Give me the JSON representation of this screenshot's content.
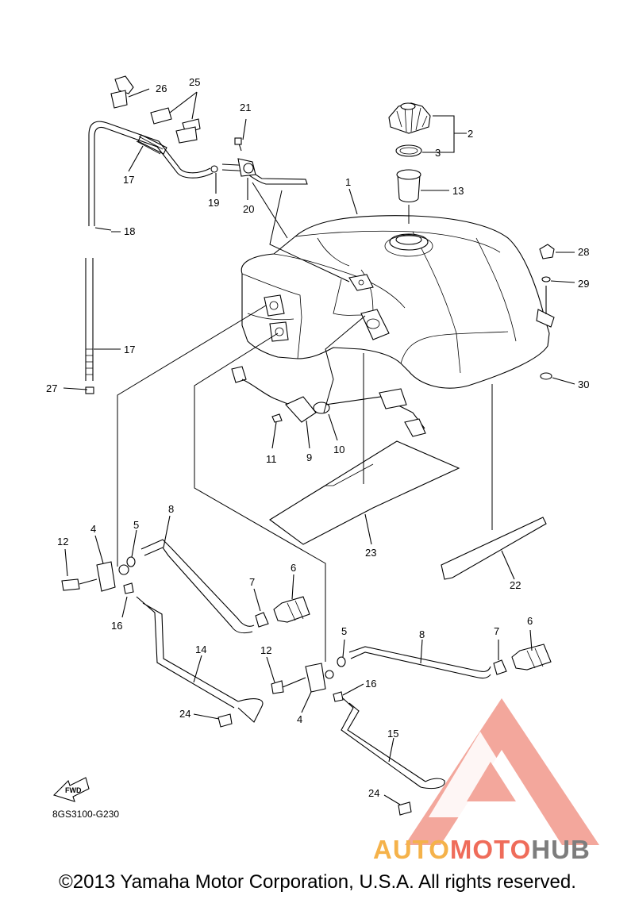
{
  "diagram_code": "8GS3100-G230",
  "fwd_label": "FWD",
  "copyright": "©2013 Yamaha Motor Corporation, U.S.A. All rights reserved.",
  "watermark": {
    "text_a": "AUTO",
    "text_b": "MOTO",
    "text_c": "HUB",
    "color_orange": "#f5b24a",
    "color_red": "#ef6c5a",
    "color_gray": "#7d7d7d"
  },
  "callouts": [
    "1",
    "2",
    "3",
    "4",
    "4",
    "5",
    "5",
    "6",
    "6",
    "7",
    "7",
    "8",
    "8",
    "9",
    "10",
    "11",
    "12",
    "12",
    "13",
    "14",
    "15",
    "16",
    "16",
    "17",
    "17",
    "18",
    "19",
    "20",
    "21",
    "22",
    "23",
    "24",
    "24",
    "25",
    "26",
    "27",
    "28",
    "29",
    "30"
  ]
}
